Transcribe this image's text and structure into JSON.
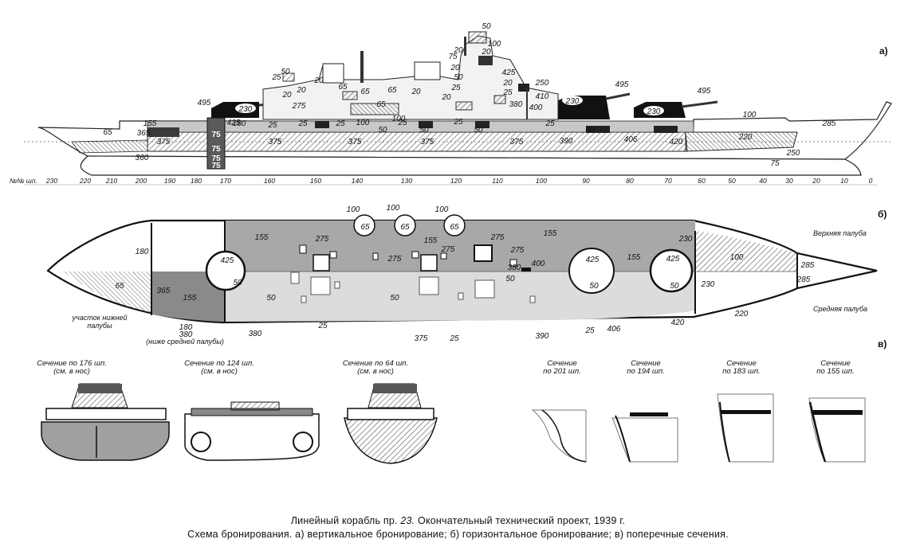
{
  "panels": {
    "a": "а)",
    "b": "б)",
    "v": "в)"
  },
  "profile": {
    "frames_label": "№№ шп.",
    "frames": [
      "230",
      "220",
      "210",
      "200",
      "190",
      "180",
      "170",
      "160",
      "150",
      "140",
      "130",
      "120",
      "110",
      "100",
      "90",
      "80",
      "70",
      "60",
      "50",
      "40",
      "30",
      "20",
      "10",
      "0"
    ],
    "belt_labels": [
      "65",
      "365",
      "375",
      "375",
      "375",
      "375",
      "375",
      "390",
      "406",
      "420",
      "220",
      "250",
      "75",
      "285",
      "360"
    ],
    "deck_labels": [
      "155",
      "180",
      "25",
      "25",
      "25",
      "25",
      "25",
      "25",
      "50",
      "50",
      "50",
      "50",
      "100",
      "100",
      "100"
    ],
    "citadel": [
      "75",
      "75",
      "75",
      "75"
    ],
    "turret_tops": [
      "230",
      "230",
      "230"
    ],
    "turret_faces": [
      "495",
      "495",
      "495",
      "425",
      "425"
    ],
    "superstructure": [
      "50",
      "100",
      "20",
      "20",
      "75",
      "20",
      "50",
      "25",
      "425",
      "250",
      "410",
      "380",
      "400",
      "20",
      "25",
      "20",
      "275",
      "65",
      "65",
      "65",
      "20",
      "20",
      "20",
      "25",
      "65",
      "20",
      "50"
    ]
  },
  "plan": {
    "upper_deck": "Верхняя палуба",
    "middle_deck": "Средняя палуба",
    "lower_deck_note_1": "участок нижней",
    "lower_deck_note_2": "палубы",
    "below_note": "(ниже средней палубы)",
    "labels": [
      "180",
      "155",
      "155",
      "155",
      "155",
      "230",
      "275",
      "275",
      "275",
      "275",
      "275",
      "380",
      "400",
      "425",
      "425",
      "425",
      "100",
      "100",
      "100",
      "100",
      "65",
      "65",
      "65",
      "285",
      "285",
      "65",
      "365",
      "155",
      "50",
      "50",
      "50",
      "50",
      "50",
      "50",
      "230",
      "220",
      "180",
      "380",
      "380",
      "25",
      "375",
      "25",
      "390",
      "25",
      "406",
      "420"
    ]
  },
  "sections": [
    {
      "title": "Сечение по 176 шп.",
      "subtitle": "(см. в нос)"
    },
    {
      "title": "Сечение по 124 шп.",
      "subtitle": "(см. в нос)"
    },
    {
      "title": "Сечение по 64 шп.",
      "subtitle": "(см. в нос)"
    },
    {
      "title": "Сечение",
      "subtitle": "по 201 шп."
    },
    {
      "title": "Сечение",
      "subtitle": "по 194 шп."
    },
    {
      "title": "Сечение",
      "subtitle": "по 183 шп."
    },
    {
      "title": "Сечение",
      "subtitle": "по 155 шп."
    }
  ],
  "caption": {
    "line1_pre": "Линейный корабль пр. ",
    "line1_italic": "23.",
    "line1_post": " Окончательный технический проект, 1939 г.",
    "line2": "Схема бронирования. а) вертикальное бронирование; б) горизонтальное бронирование; в) поперечные сечения."
  }
}
